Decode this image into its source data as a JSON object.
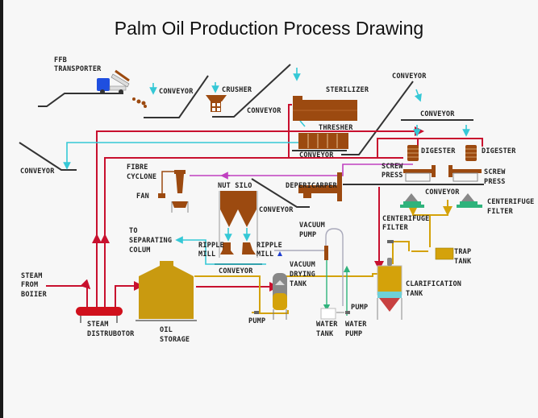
{
  "title": "Palm Oil Production Process Drawing",
  "colors": {
    "steam": "#c8102e",
    "water": "#35c8d6",
    "oil": "#d4a20a",
    "fibre": "#c040c0",
    "equipment": "#9c4a10",
    "conveyor": "#333333",
    "centrifuge": "#2fb37c",
    "truck": "#1f4fe0"
  },
  "labels": {
    "ffb_transporter": [
      "FFB",
      "TRANSPORTER"
    ],
    "conveyor_1": "CONVEYOR",
    "crusher": "CRUSHER",
    "conveyor_2": "CONVEYOR",
    "sterilizer": "STERILIZER",
    "conveyor_3": "CONVEYOR",
    "conveyor_4": "CONVEYOR",
    "thresher": "THRESHER",
    "conveyor_5": "CONVEYOR",
    "conveyor_left": "CONVEYOR",
    "digester_1": "DIGESTER",
    "digester_2": "DIGESTER",
    "fibre_cyclone": [
      "FIBRE",
      "CYCLONE"
    ],
    "fan": "FAN",
    "nut_silo": "NUT SILO",
    "depericarper": "DEPERICARPER",
    "screw_press_1": [
      "SCREW",
      "PRESS"
    ],
    "screw_press_2": [
      "SCREW",
      "PRESS"
    ],
    "conveyor_6": "CONVEYOR",
    "conveyor_7": "CONVEYOR",
    "centrifuge_filter_1": [
      "CENTERIFUGE",
      "FILTER"
    ],
    "centrifuge_filter_2": [
      "CENTERIFUGE",
      "FILTER"
    ],
    "to_separating": [
      "TO",
      "SEPARATING",
      "COLUM"
    ],
    "ripple_mill_1": [
      "RIPPLE",
      "MILL"
    ],
    "ripple_mill_2": [
      "RIPPLE",
      "MILL"
    ],
    "vacuum_pump": [
      "VACUUM",
      "PUMP"
    ],
    "trap_tank": [
      "TRAP",
      "TANK"
    ],
    "conveyor_8": "CONVEYOR",
    "vacuum_drying": [
      "VACUUM",
      "DRYING",
      "TANK"
    ],
    "clarification": [
      "CLARIFICATION",
      "TANK"
    ],
    "steam_from_boiler": [
      "STEAM",
      "FROM",
      "BOIIER"
    ],
    "pump_1": "PUMP",
    "pump_2": "PUMP",
    "water_tank": [
      "WATER",
      "TANK"
    ],
    "water_pump": [
      "WATER",
      "PUMP"
    ],
    "steam_distributor": [
      "STEAM",
      "DISTRUBOTOR"
    ],
    "oil_storage": [
      "OIL",
      "STORAGE"
    ]
  }
}
